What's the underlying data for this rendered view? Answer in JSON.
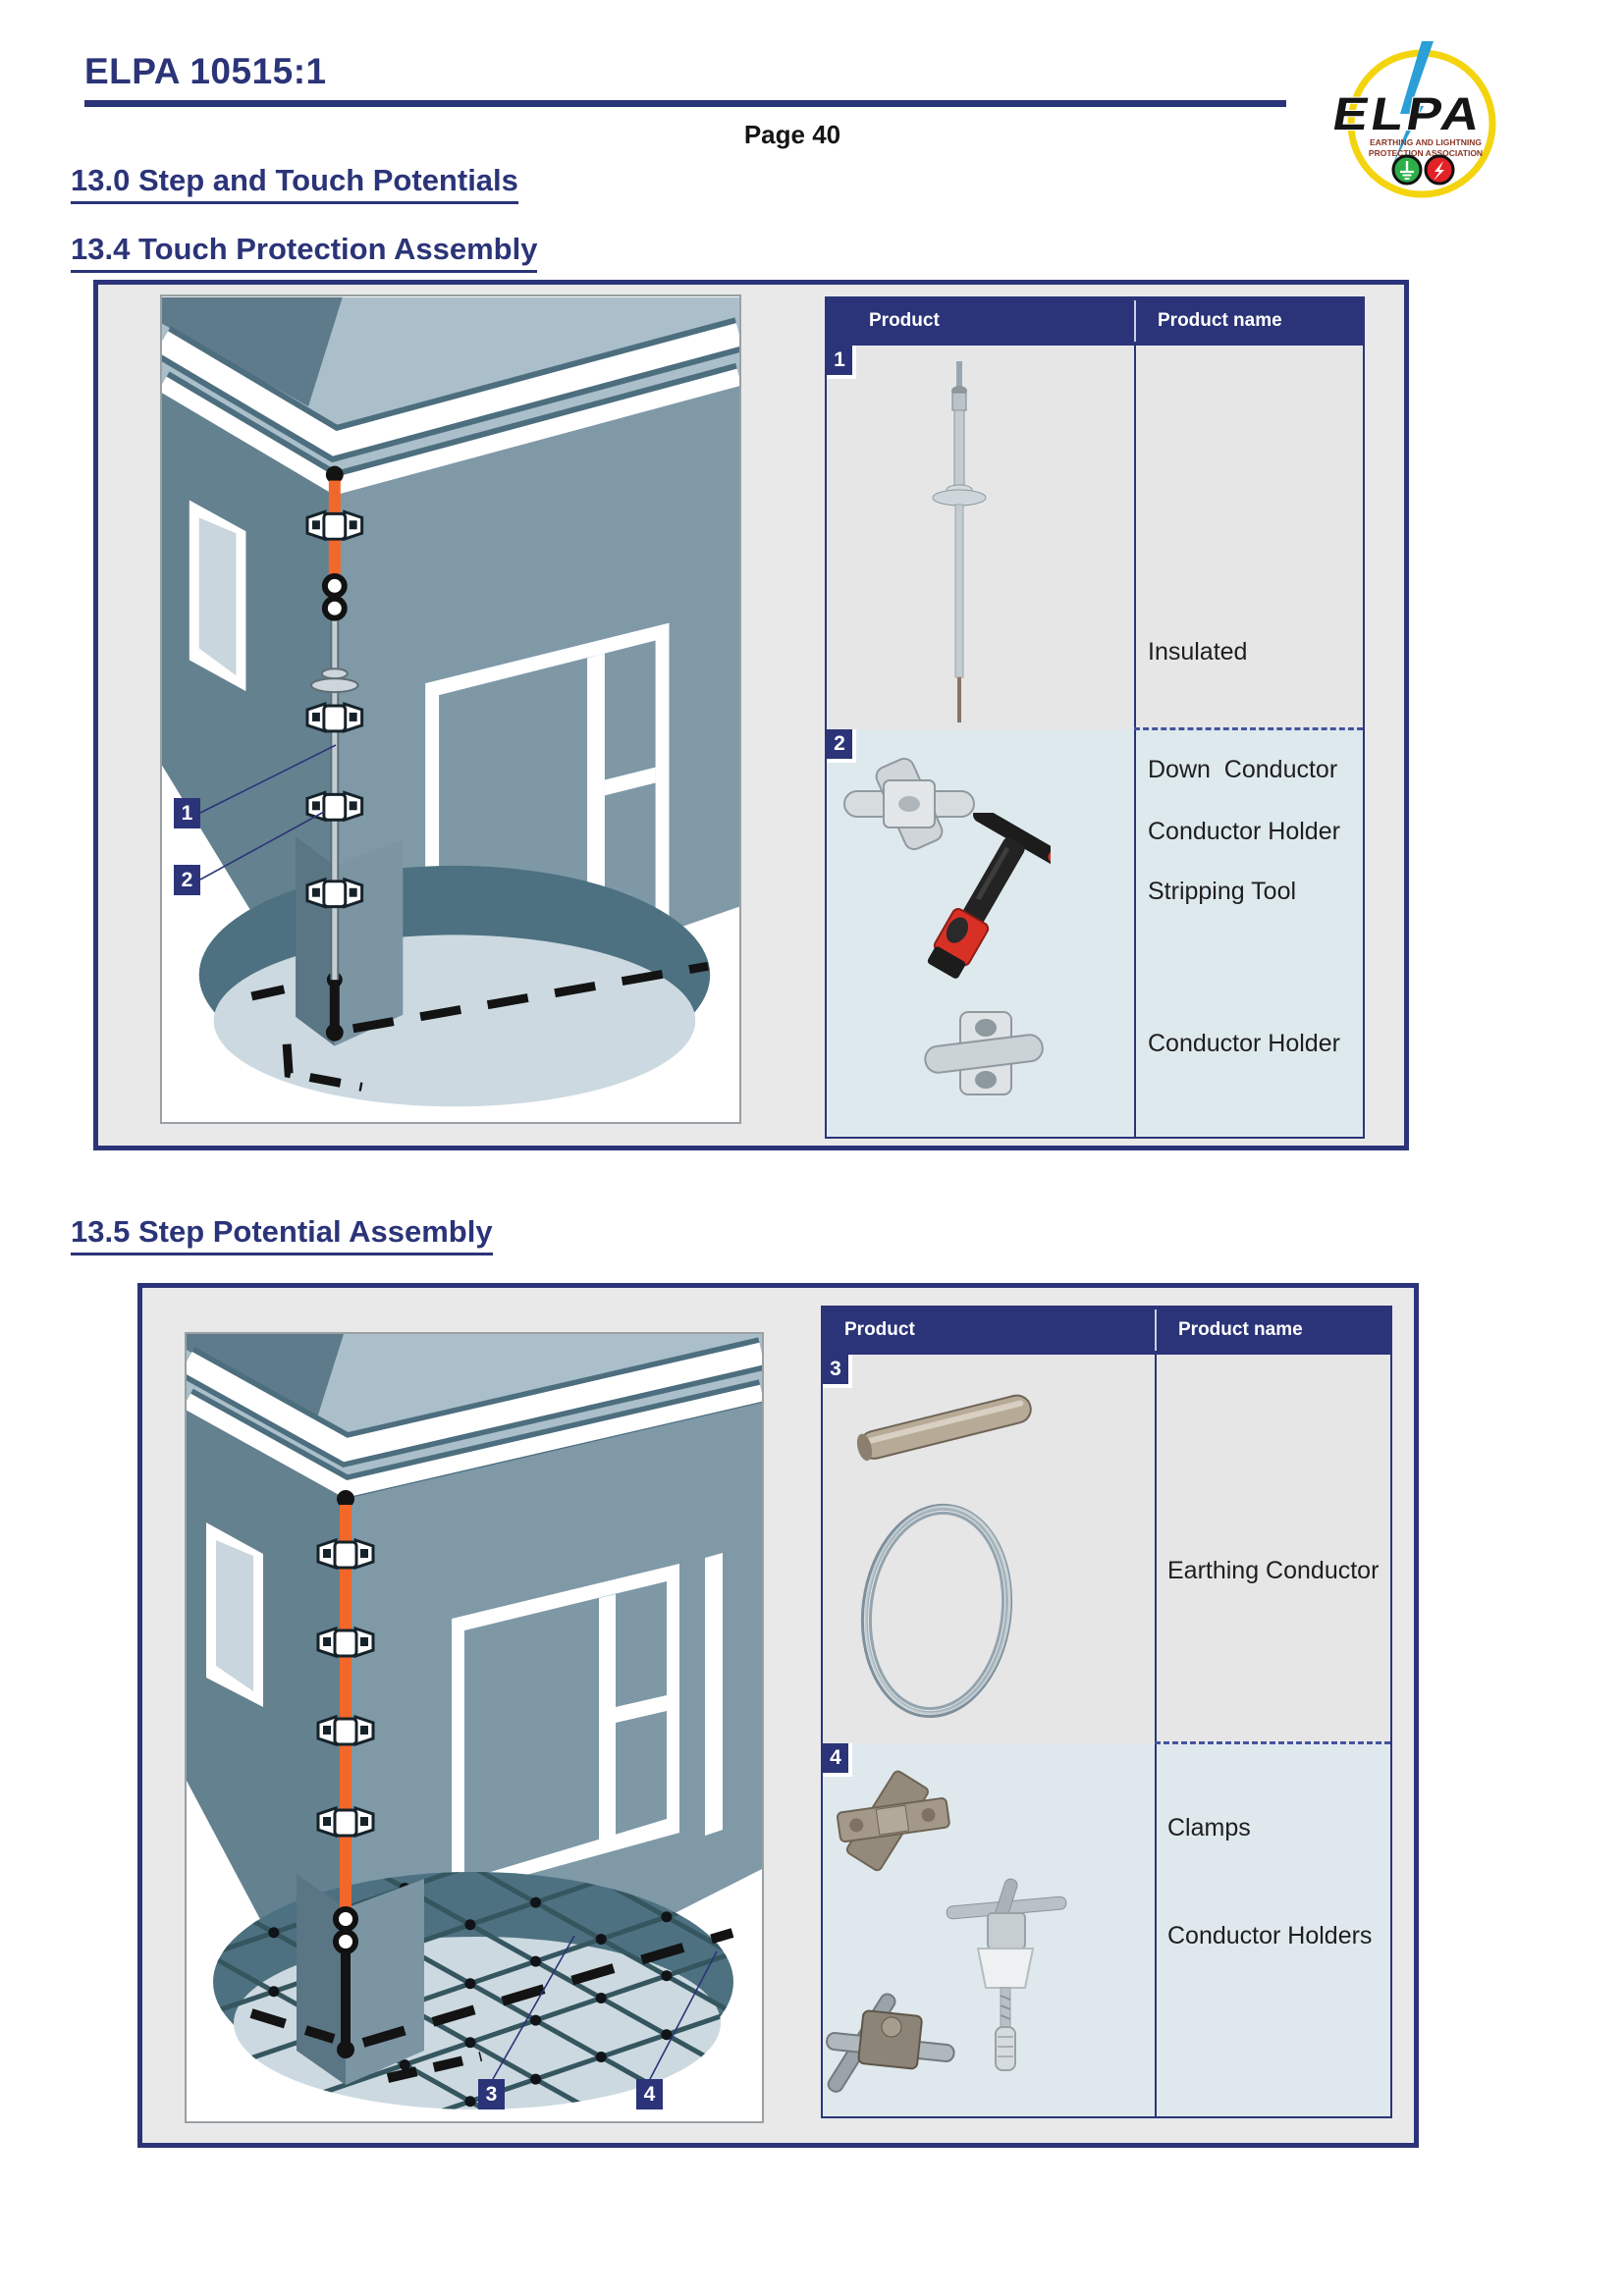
{
  "document": {
    "code": "ELPA 10515:1",
    "page_label": "Page 40"
  },
  "logo": {
    "brand": "ELPA",
    "tagline_line1": "EARTHING AND LIGHTNING",
    "tagline_line2": "PROTECTION ASSOCIATION"
  },
  "headings": {
    "h13_0": "13.0 Step and Touch Potentials",
    "h13_4": "13.4 Touch Protection Assembly",
    "h13_5": "13.5 Step Potential Assembly"
  },
  "figure_touch": {
    "callout_1": "1",
    "callout_2": "2",
    "table": {
      "header_product": "Product",
      "header_product_name": "Product name",
      "row_1": {
        "badge": "1",
        "name_line_1": "Insulated",
        "name_line_2": "Down  Conductor"
      },
      "row_2": {
        "badge": "2",
        "name_line_1": "Conductor Holder",
        "name_line_2": "Stripping Tool",
        "name_line_3": "Conductor Holder"
      }
    }
  },
  "figure_step": {
    "callout_3": "3",
    "callout_4": "4",
    "table": {
      "header_product": "Product",
      "header_product_name": "Product name",
      "row_3": {
        "badge": "3",
        "name_line_1": "Earthing Conductor"
      },
      "row_4": {
        "badge": "4",
        "name_line_1": "Clamps",
        "name_line_2": "Conductor Holders"
      }
    }
  },
  "colors": {
    "navy": "#2b3478",
    "orange": "#f2682a",
    "row_gray": "#e6e6e7",
    "row_blue": "#dee9ee",
    "figure_bg": "#e9e9e9",
    "logo_yellow": "#f4d40f",
    "logo_blue": "#2a9fd8",
    "logo_green": "#2eae49",
    "logo_red": "#e32228"
  }
}
